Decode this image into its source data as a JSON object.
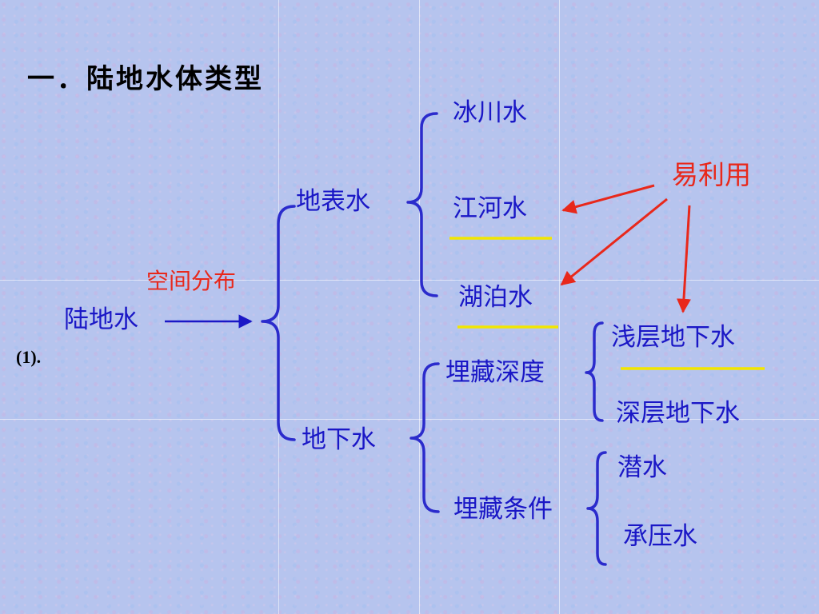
{
  "title": "一．陆地水体类型",
  "number_label": "(1).",
  "root": "陆地水",
  "arrow_label": "空间分布",
  "surface_water": {
    "label": "地表水",
    "children": [
      "冰川水",
      "江河水",
      "湖泊水"
    ]
  },
  "ground_water": {
    "label": "地下水",
    "by_depth": {
      "label": "埋藏深度",
      "children": [
        "浅层地下水",
        "深层地下水"
      ]
    },
    "by_condition": {
      "label": "埋藏条件",
      "children": [
        "潜水",
        "承压水"
      ]
    }
  },
  "annotation": "易利用",
  "colors": {
    "text_blue": "#1a17c6",
    "brace_blue": "#2b2bcc",
    "annotation_red": "#e8281b",
    "underline_yellow": "#f2e600"
  }
}
